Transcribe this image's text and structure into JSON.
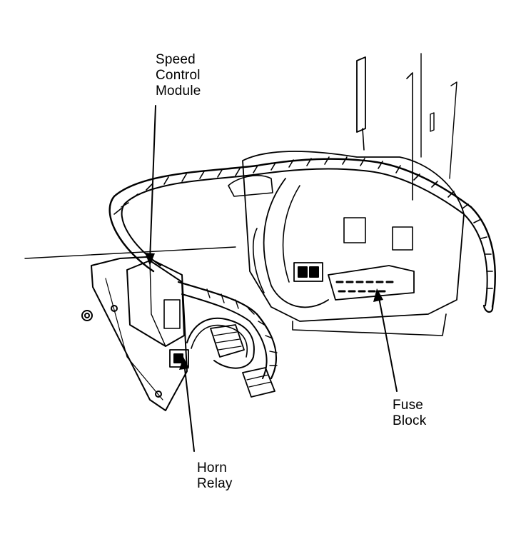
{
  "callouts": {
    "speed_control_module": {
      "line1": "Speed",
      "line2": "Control",
      "line3": "Module"
    },
    "horn_relay": {
      "line1": "Horn",
      "line2": "Relay"
    },
    "fuse_block": {
      "line1": "Fuse",
      "line2": "Block"
    }
  },
  "colors": {
    "ink": "#000000",
    "paper": "#ffffff"
  }
}
